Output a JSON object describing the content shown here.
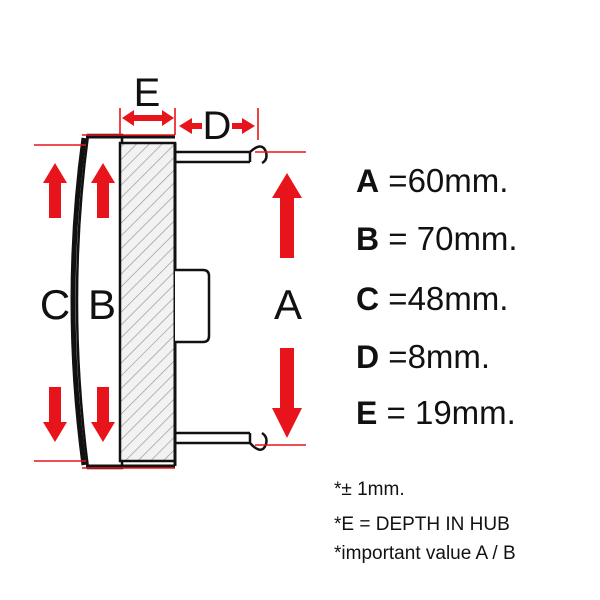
{
  "diagram": {
    "labels": {
      "e": "E",
      "d": "D",
      "c": "C",
      "b": "B",
      "a": "A"
    },
    "specs": [
      {
        "letter": "A",
        "eq": "=",
        "value": "60mm."
      },
      {
        "letter": "B",
        "eq": "=",
        "value": "70mm."
      },
      {
        "letter": "C",
        "eq": "=",
        "value": "48mm."
      },
      {
        "letter": "D",
        "eq": "=",
        "value": "8mm."
      },
      {
        "letter": "E",
        "eq": "=",
        "value": "19mm."
      }
    ],
    "notes": {
      "tolerance": "*± 1mm.",
      "depth": "*E = DEPTH IN HUB",
      "important": "*important value A / B"
    },
    "colors": {
      "arrow": "#e8141b",
      "outline": "#111111",
      "hatch_fill": "#f2f2f2"
    }
  }
}
